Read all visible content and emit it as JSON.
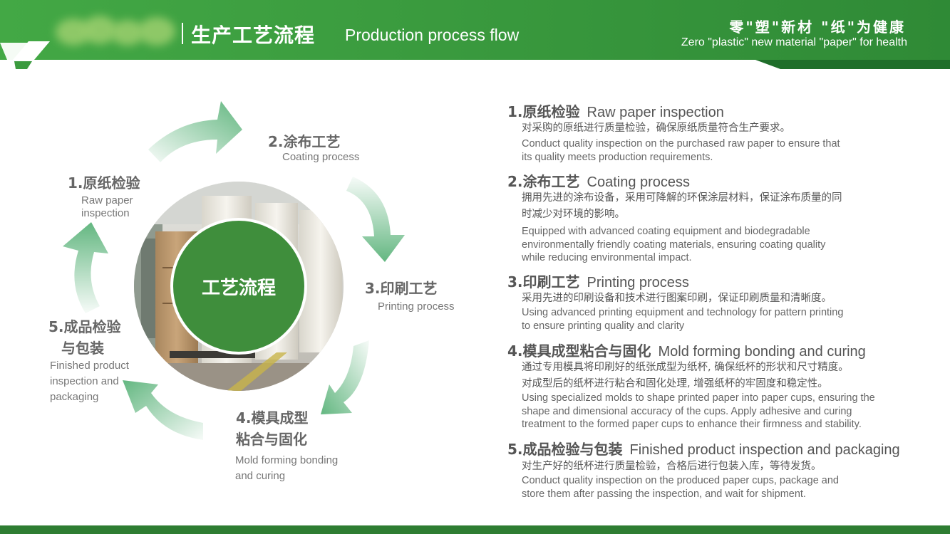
{
  "header": {
    "title_cn": "生产工艺流程",
    "title_en": "Production process flow",
    "slogan_cn": "零\"塑\"新材 \"纸\"为健康",
    "slogan_en": "Zero \"plastic\" new material \"paper\" for health"
  },
  "diagram": {
    "center": "工艺流程",
    "steps": [
      {
        "cn": "1.原纸检验",
        "en_lines": [
          "Raw paper",
          "inspection"
        ]
      },
      {
        "cn": "2.涂布工艺",
        "en_lines": [
          "Coating process"
        ]
      },
      {
        "cn": "3.印刷工艺",
        "en_lines": [
          "Printing process"
        ]
      },
      {
        "cn_lines": [
          "4.模具成型",
          "粘合与固化"
        ],
        "en_lines": [
          "Mold forming bonding",
          "and curing"
        ]
      },
      {
        "cn_lines": [
          "5.成品检验",
          "与包装"
        ],
        "en_lines": [
          "Finished product",
          "inspection and",
          "packaging"
        ]
      }
    ]
  },
  "details": [
    {
      "head_cn": "1.原纸检验",
      "head_en": "Raw paper inspection",
      "desc_cn": [
        "对采购的原纸进行质量检验，确保原纸质量符合生产要求。"
      ],
      "desc_en": [
        "Conduct quality inspection on the purchased raw paper to ensure that",
        "its quality meets production requirements."
      ]
    },
    {
      "head_cn": "2.涂布工艺",
      "head_en": "Coating process",
      "desc_cn": [
        "拥用先进的涂布设备，采用可降解的环保涂层材料，保证涂布质量的同",
        "时减少对环境的影响。"
      ],
      "desc_en": [
        "Equipped with advanced coating equipment and biodegradable",
        "environmentally friendly coating materials, ensuring coating quality",
        "while reducing environmental impact."
      ]
    },
    {
      "head_cn": "3.印刷工艺",
      "head_en": "Printing process",
      "desc_cn": [
        "采用先进的印刷设备和技术进行图案印刷，保证印刷质量和清晰度。"
      ],
      "desc_en": [
        "Using advanced printing equipment and technology for pattern printing",
        "to ensure printing quality and clarity"
      ]
    },
    {
      "head_cn": "4.模具成型粘合与固化",
      "head_en": "Mold forming bonding and curing",
      "desc_cn": [
        "通过专用模具将印刷好的纸张成型为纸杯, 确保纸杯的形状和尺寸精度。",
        "对成型后的纸杯进行粘合和固化处理, 增强纸杯的牢固度和稳定性。"
      ],
      "desc_en": [
        "Using specialized molds to shape printed paper into paper cups, ensuring the",
        "shape and dimensional accuracy of the cups. Apply adhesive and curing",
        "treatment to the formed paper cups to enhance their firmness and stability."
      ]
    },
    {
      "head_cn": "5.成品检验与包装",
      "head_en": "Finished product inspection and packaging",
      "desc_cn": [
        "对生产好的纸杯进行质量检验，合格后进行包装入库，等待发货。"
      ],
      "desc_en": [
        "Conduct quality inspection on the produced paper cups, package and",
        "store them after passing the inspection, and wait for shipment."
      ]
    }
  ],
  "colors": {
    "brand_green": "#2e7d32",
    "banner_green": "#3a9a3f",
    "center_green": "#3f8e3c",
    "arrow_green": "#5bb37a"
  },
  "images": {
    "center_photo": "paper-rolls-warehouse-photo"
  }
}
